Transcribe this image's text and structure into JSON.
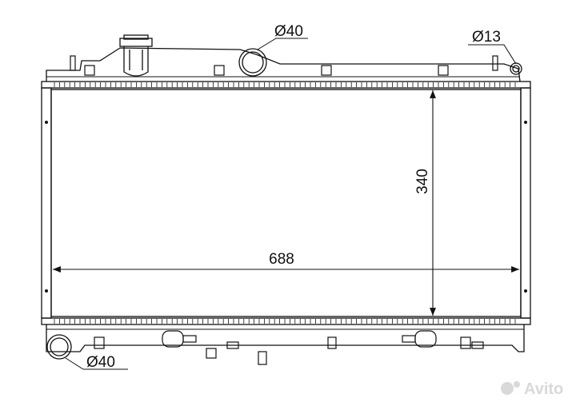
{
  "drawing": {
    "width_label": "688",
    "height_label": "340",
    "inlet_label": "Ø40",
    "outlet_label": "Ø40",
    "small_pipe_label": "Ø13"
  },
  "watermark": {
    "text": "Avito"
  },
  "colors": {
    "line": "#111111",
    "background": "#ffffff",
    "watermark": "#d9d9d9"
  }
}
